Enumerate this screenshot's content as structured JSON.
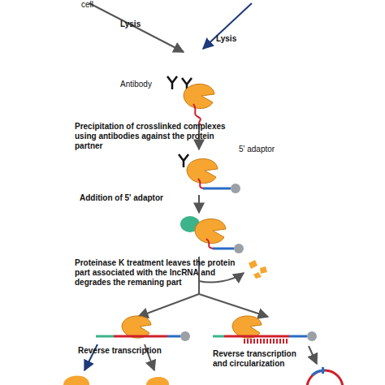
{
  "diagram": {
    "labels": [
      "cell",
      "Lysis",
      "Lysis",
      "Antibody",
      "Precipitation of crosslinked complexes using antibodies against the protein partner",
      "5' adaptor",
      "Addition of 5' adaptor",
      "Proteinase K treatment leaves the protein part associated with the lncRNA and degrades the remaning part",
      "Reverse transcription",
      "Reverse transcription and circularization"
    ]
  }
}
